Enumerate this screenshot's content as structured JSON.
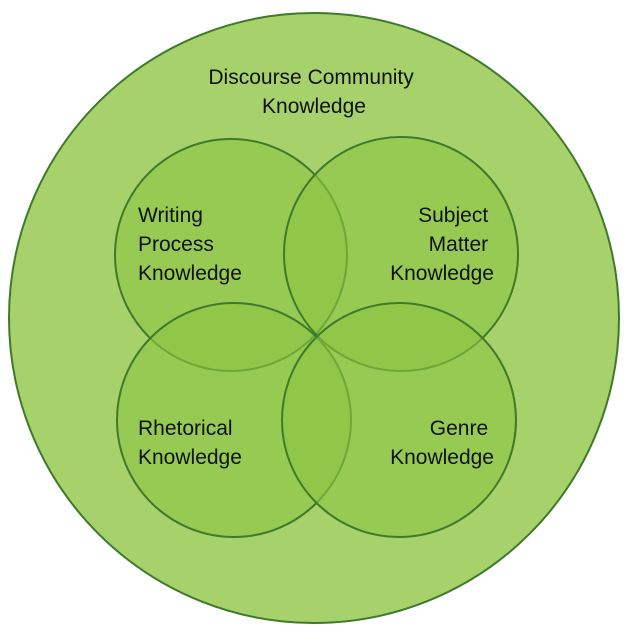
{
  "diagram": {
    "outer": {
      "lines": [
        "Discourse Community",
        "Knowledge"
      ],
      "fill": "#a6d16b",
      "stroke": "#3f7a2a"
    },
    "circles": [
      {
        "id": "writing-process",
        "lines": [
          "Writing",
          "Process",
          "Knowledge"
        ]
      },
      {
        "id": "subject-matter",
        "lines": [
          "Subject",
          "Matter",
          "Knowledge"
        ]
      },
      {
        "id": "rhetorical",
        "lines": [
          "Rhetorical",
          "Knowledge"
        ]
      },
      {
        "id": "genre",
        "lines": [
          "Genre",
          "Knowledge"
        ]
      }
    ],
    "inner_fill": "#8cc443",
    "inner_stroke": "#3f7a2a"
  }
}
